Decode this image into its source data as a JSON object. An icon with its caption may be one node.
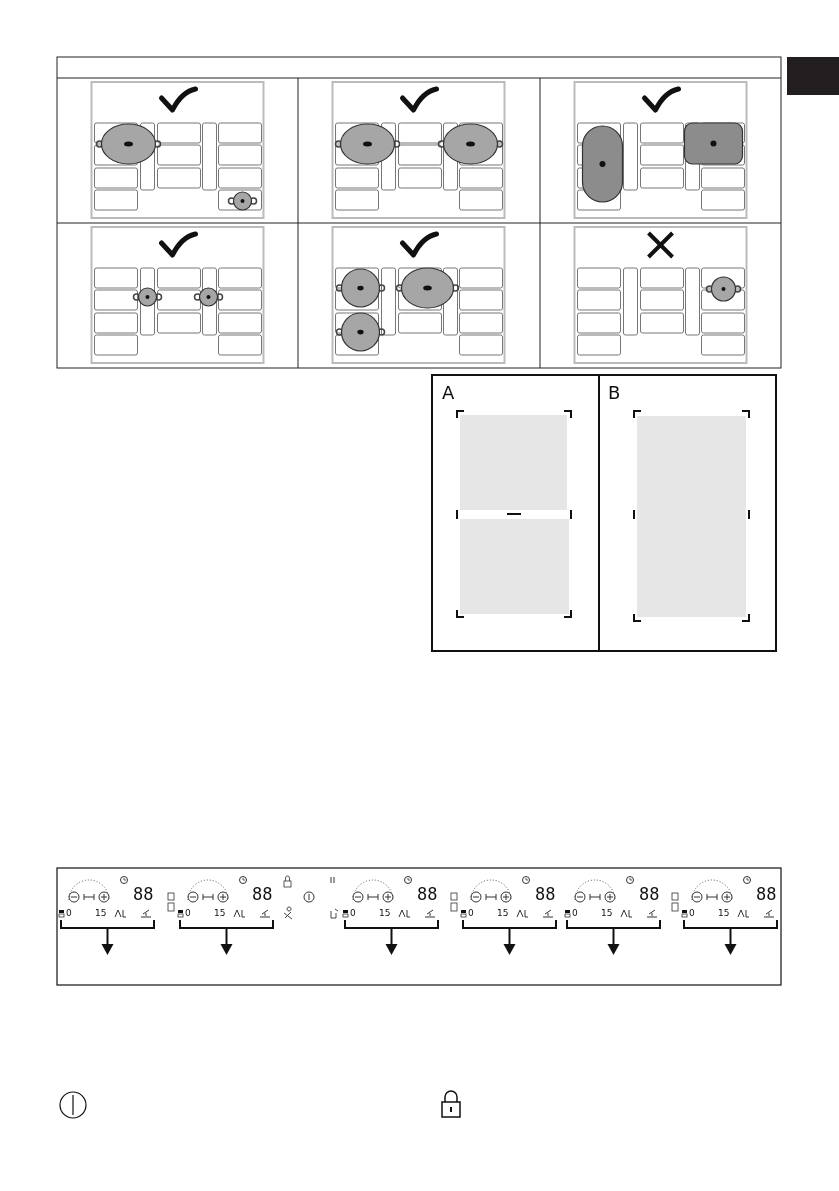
{
  "diagram": {
    "labels": [
      "A",
      "B",
      "88",
      "0",
      "15",
      "88",
      "0",
      "15",
      "88",
      "0",
      "15",
      "88",
      "0",
      "15",
      "88",
      "0",
      "15",
      "88",
      "0",
      "15"
    ]
  }
}
